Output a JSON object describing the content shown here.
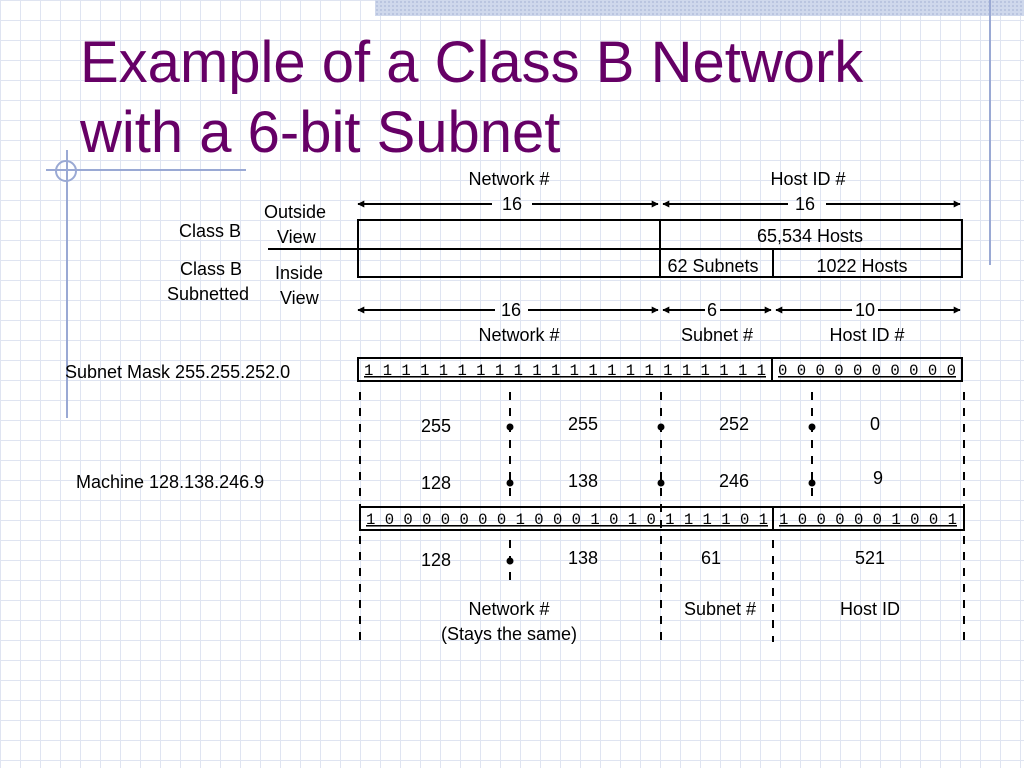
{
  "slide": {
    "title_line1": "Example of a Class B Network",
    "title_line2": "with a 6-bit Subnet"
  },
  "colors": {
    "title": "#660066",
    "grid": "#dfe4f1",
    "decor": "#9aa9d4"
  },
  "top": {
    "network_label": "Network  #",
    "network_bits": "16",
    "host_label": "Host ID #",
    "host_bits": "16"
  },
  "rows": {
    "classb": "Class B",
    "outside_1": "Outside",
    "outside_2": "View",
    "hosts_total": "65,534 Hosts",
    "classb_sub_1": "Class B",
    "classb_sub_2": "Subnetted",
    "inside_1": "Inside",
    "inside_2": "View",
    "subnets": "62 Subnets",
    "hosts_sub": "1022  Hosts"
  },
  "bits": {
    "network": "16",
    "network_label": "Network #",
    "subnet": "6",
    "subnet_label": "Subnet #",
    "host": "10",
    "host_label": "Host ID #"
  },
  "mask": {
    "label": "Subnet Mask 255.255.252.0",
    "bits_ones": "1 1 1 1 1 1 1 1 1 1 1 1 1 1 1 1 1 1 1 1 1 1",
    "bits_zeros": "0 0 0 0 0 0 0 0 0 0",
    "octets": [
      "255",
      "255",
      "252",
      "0"
    ]
  },
  "machine": {
    "label": "Machine 128.138.246.9",
    "octets": [
      "128",
      "138",
      "246",
      "9"
    ],
    "bits_left": "1 0 0 0 0 0 0 0 1 0 0 0 1 0 1 0 1 1 1 1 0 1",
    "bits_right": "1 0 0 0 0 0 1 0 0 1"
  },
  "result": {
    "values": [
      "128",
      "138",
      "61",
      "521"
    ],
    "network_label_1": "Network #",
    "network_label_2": "(Stays the same)",
    "subnet_label": "Subnet #",
    "host_label": "Host ID"
  }
}
